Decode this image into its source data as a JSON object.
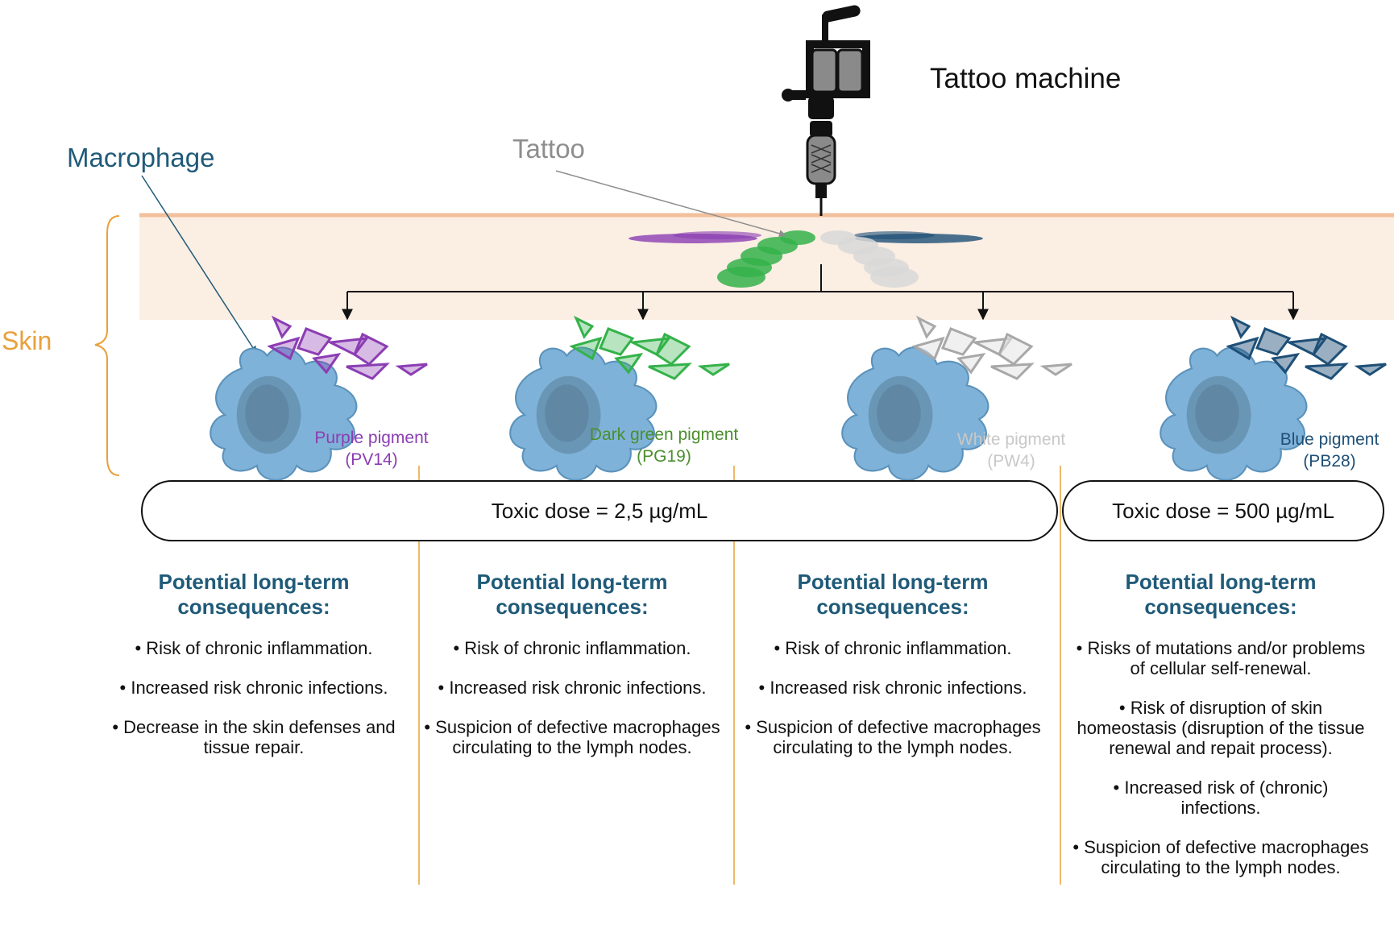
{
  "labels": {
    "tattoo_machine": "Tattoo machine",
    "tattoo": "Tattoo",
    "macrophage": "Macrophage",
    "skin": "Skin"
  },
  "pigments": [
    {
      "name": "Purple pigment",
      "code": "(PV14)",
      "color": "#8b3db3"
    },
    {
      "name": "Dark green pigment",
      "code": "(PG19)",
      "color": "#4b8f2e"
    },
    {
      "name": "White pigment",
      "code": "(PW4)",
      "color": "#c8c8c8"
    },
    {
      "name": "Blue pigment",
      "code": "(PB28)",
      "color": "#1e4f77"
    }
  ],
  "doses": [
    "Toxic dose = 2,5 µg/mL",
    "Toxic dose = 500 µg/mL"
  ],
  "columns": [
    {
      "heading": "Potential long-term consequences:",
      "items": [
        "• Risk of chronic inflammation.",
        "• Increased risk chronic infections.",
        "• Decrease in the skin defenses and tissue repair."
      ]
    },
    {
      "heading": "Potential long-term consequences:",
      "items": [
        "• Risk of chronic inflammation.",
        "• Increased risk chronic infections.",
        "• Suspicion of defective macrophages circulating to the lymph nodes."
      ]
    },
    {
      "heading": "Potential long-term consequences:",
      "items": [
        "• Risk of chronic inflammation.",
        "• Increased risk chronic infections.",
        "• Suspicion of defective macrophages circulating to the lymph nodes."
      ]
    },
    {
      "heading": "Potential long-term consequences:",
      "items": [
        "• Risks of mutations and/or problems of cellular self-renewal.",
        "• Risk of disruption of skin homeostasis (disruption of the tissue renewal and repait process).",
        "• Increased risk of (chronic) infections.",
        "• Suspicion of defective macrophages circulating to the lymph nodes."
      ]
    }
  ],
  "colors": {
    "skin_band": "#fbeee3",
    "skin_surface": "#f2c09c",
    "skin_bracket": "#e9a03a",
    "macrophage_fill": "#7fb2d8",
    "nucleus": "#5a7f9a",
    "divider": "#e9a03a",
    "heading": "#1f5a78"
  },
  "icons": {
    "tattoo_machine": "tattoo-machine-icon",
    "macrophage": "macrophage-cell-icon"
  }
}
